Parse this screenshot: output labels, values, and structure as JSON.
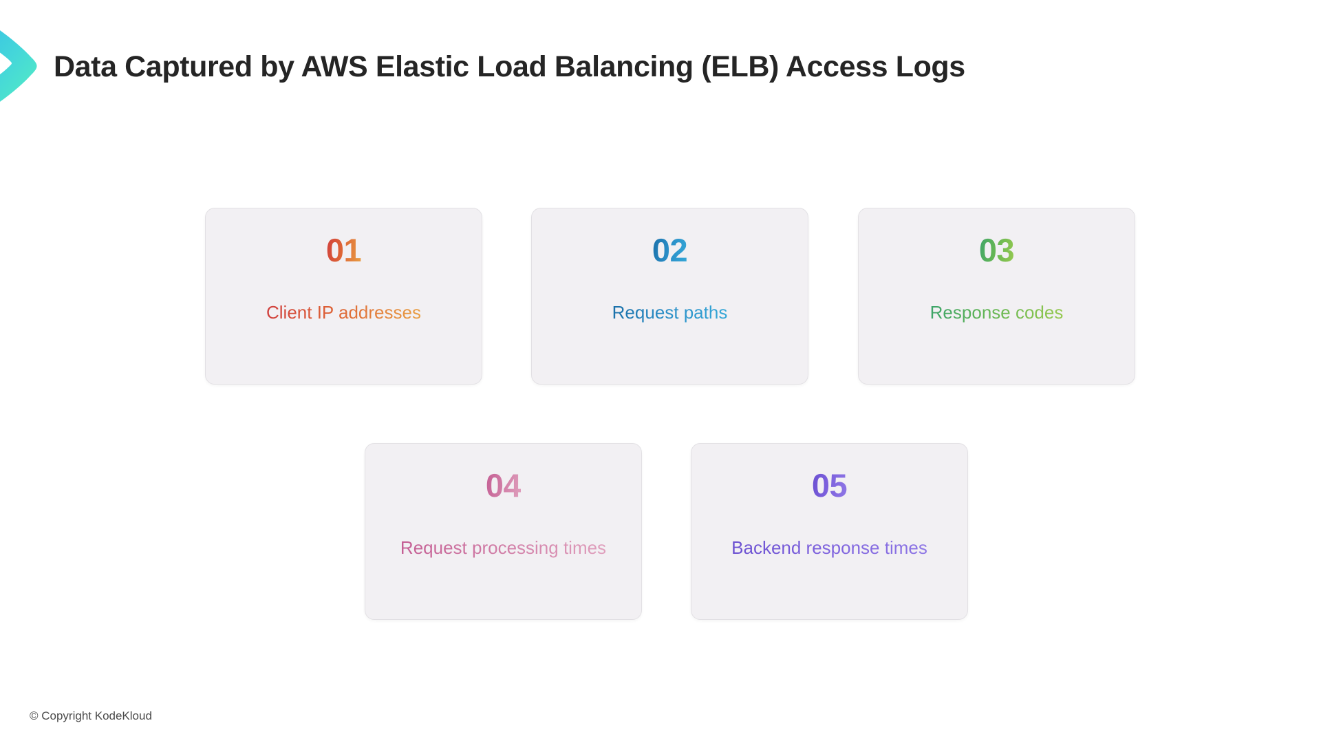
{
  "page": {
    "title": "Data Captured by AWS Elastic Load Balancing (ELB) Access Logs",
    "background_color": "#ffffff"
  },
  "brand": {
    "chevron_icon": "chevron-right-icon",
    "chevron_gradient_start": "#3ec5e8",
    "chevron_gradient_end": "#4fe6c8"
  },
  "cards": [
    {
      "number": "01",
      "label": "Client IP addresses",
      "accent_start": "#d03f3e",
      "accent_end": "#e9a044"
    },
    {
      "number": "02",
      "label": "Request paths",
      "accent_start": "#1a6fa8",
      "accent_end": "#35a8d8"
    },
    {
      "number": "03",
      "label": "Response codes",
      "accent_start": "#3da46a",
      "accent_end": "#97c94f"
    },
    {
      "number": "04",
      "label": "Request processing times",
      "accent_start": "#c45d93",
      "accent_end": "#e0a0bd"
    },
    {
      "number": "05",
      "label": "Backend response times",
      "accent_start": "#6a4fd0",
      "accent_end": "#8f77e6"
    }
  ],
  "footer": {
    "copyright": "© Copyright KodeKloud"
  }
}
